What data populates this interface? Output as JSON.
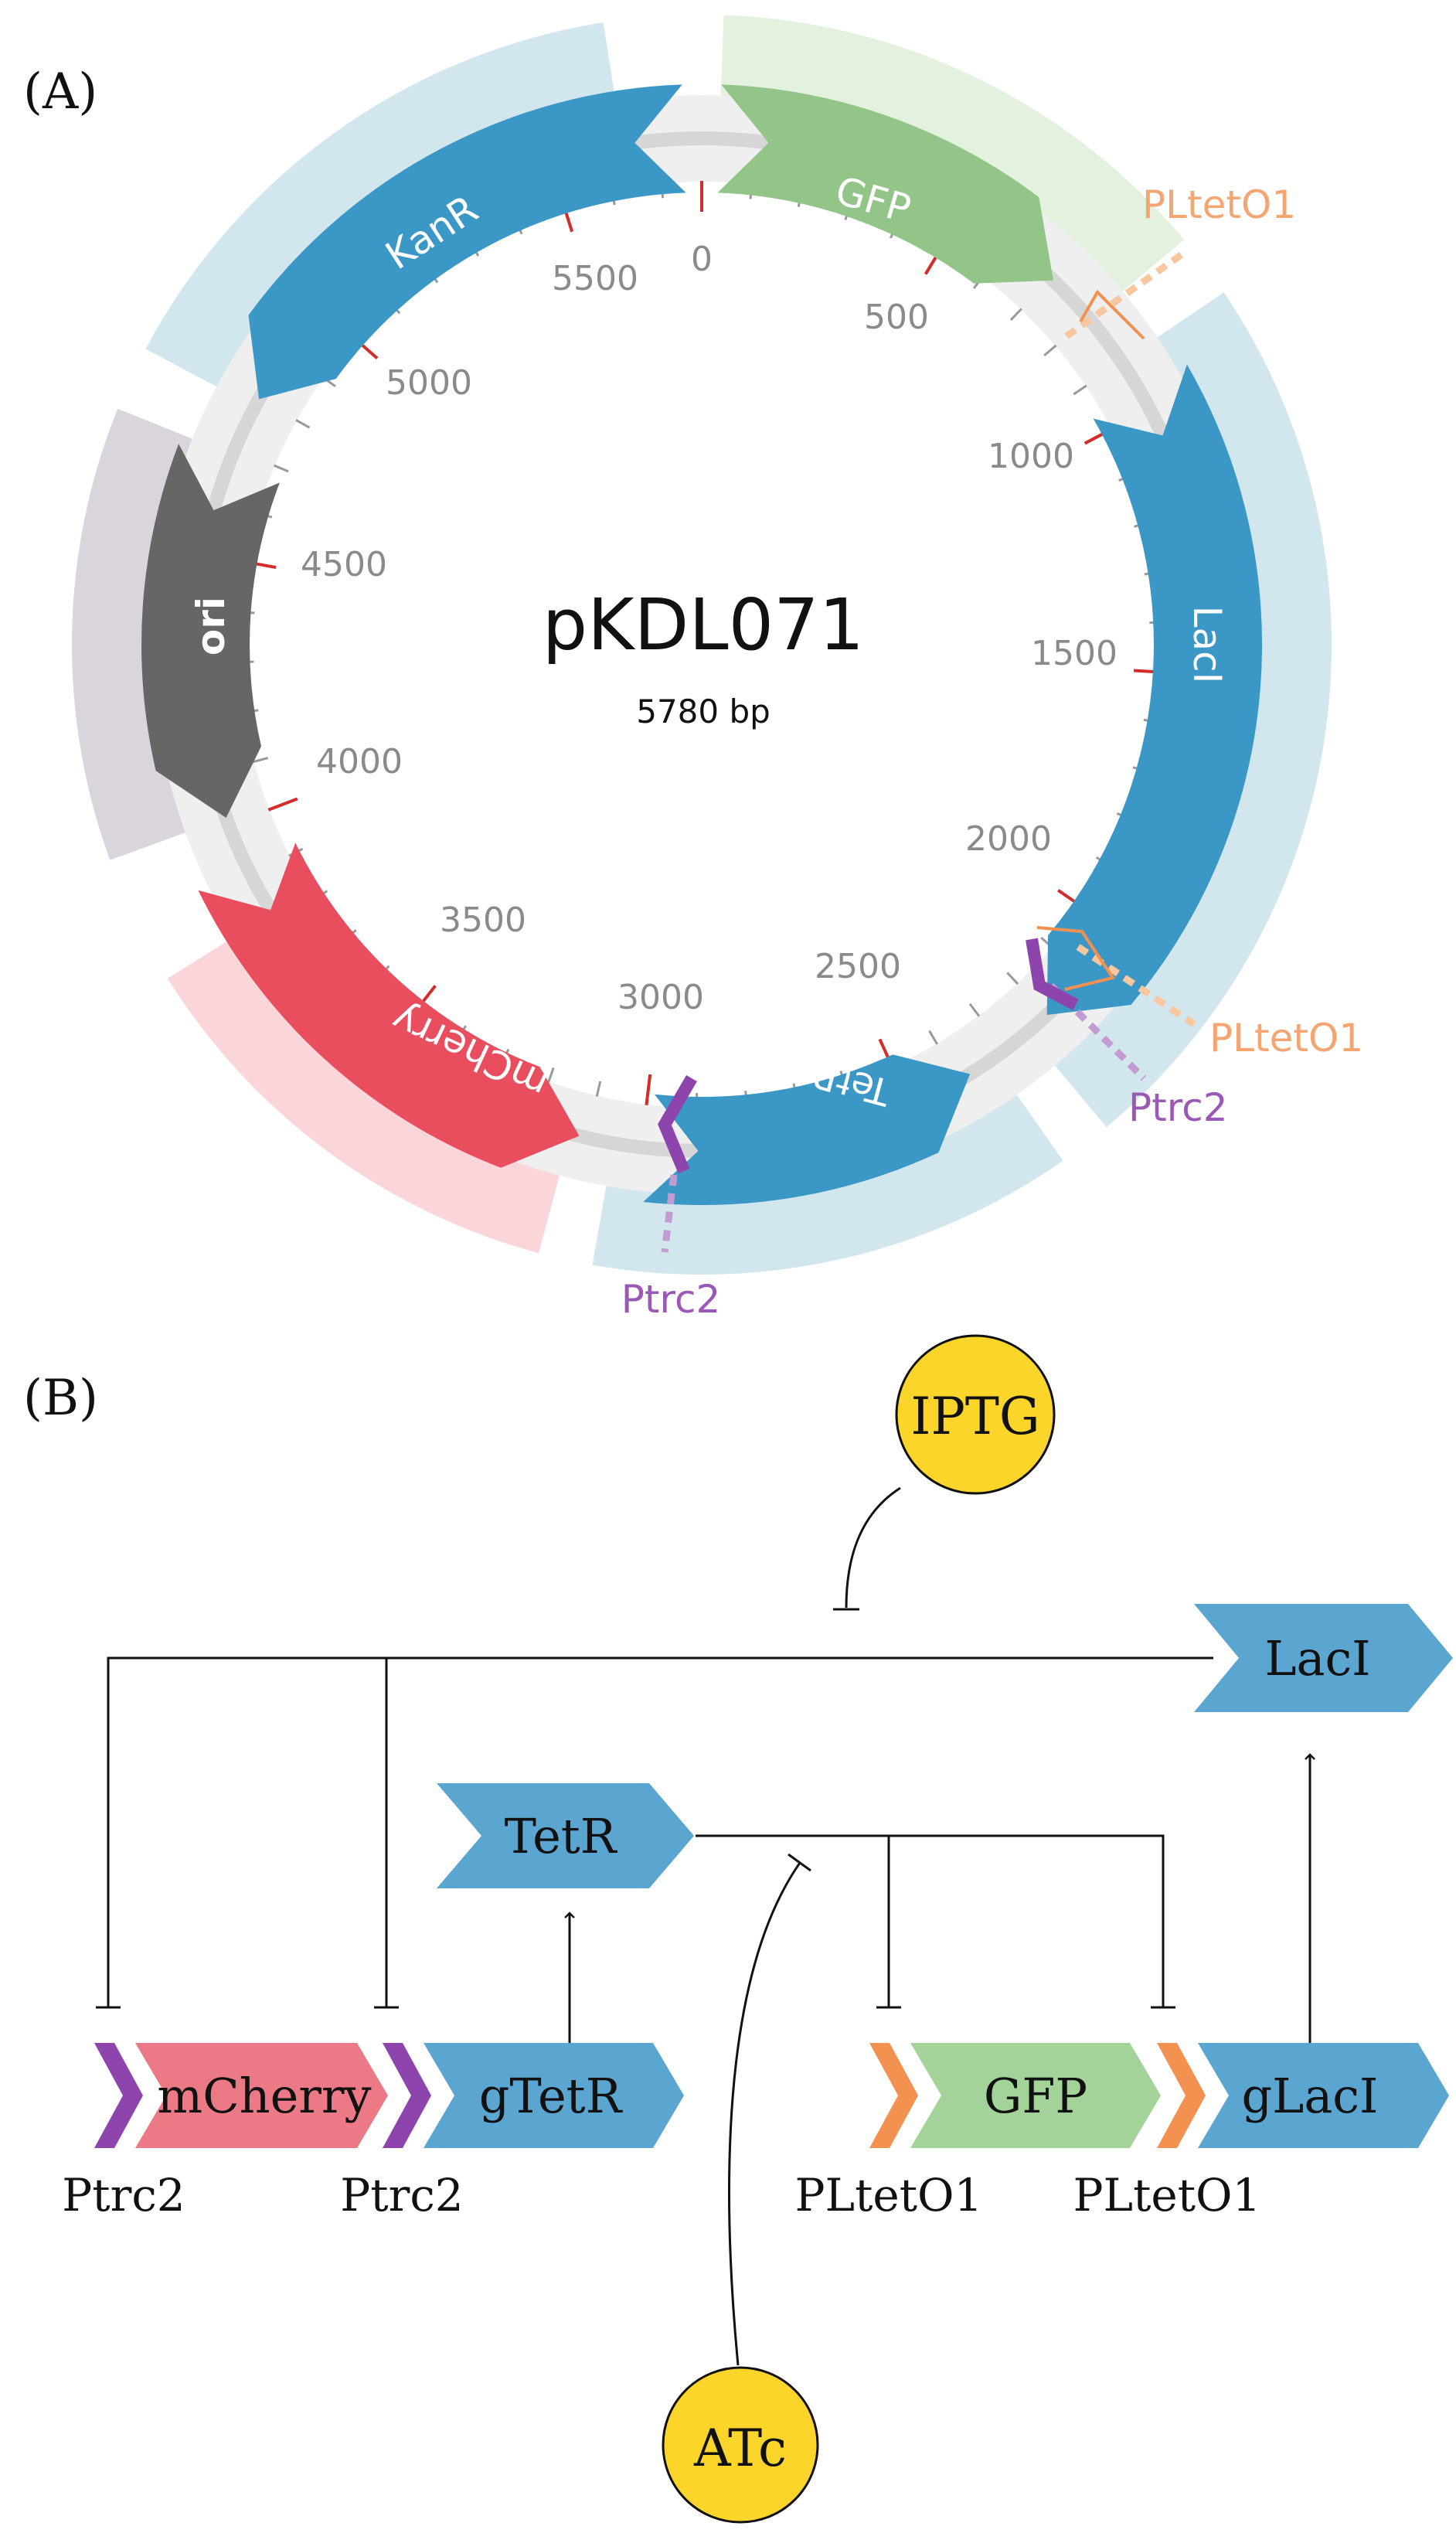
{
  "panel_a": {
    "label": "(A)",
    "plasmid": {
      "name": "pKDL071",
      "length_label": "5780 bp",
      "length_bp": 5780
    },
    "ticks": [
      "0",
      "500",
      "1000",
      "1500",
      "2000",
      "2500",
      "3000",
      "3500",
      "4000",
      "4500",
      "5000",
      "5500"
    ],
    "features": [
      {
        "id": "gfp",
        "label": "GFP",
        "color": "#92c587",
        "band": "#e4f1df"
      },
      {
        "id": "laci",
        "label": "LacI",
        "color": "#3b97c6",
        "band": "#d2e6ee"
      },
      {
        "id": "tetr",
        "label": "TetR",
        "color": "#3b97c6",
        "band": "#d2e6ee"
      },
      {
        "id": "mcherry",
        "label": "mCherry",
        "color": "#e94e5e",
        "band": "#fad6db"
      },
      {
        "id": "ori",
        "label": "ori",
        "color": "#666666",
        "band": "#dad5dc"
      },
      {
        "id": "kanr",
        "label": "KanR",
        "color": "#3b97c6",
        "band": "#d2e6ee"
      }
    ],
    "promoters": [
      {
        "id": "pltet-1",
        "label": "PLtetO1",
        "color": "#f4a672"
      },
      {
        "id": "pltet-2",
        "label": "PLtetO1",
        "color": "#f4a672"
      },
      {
        "id": "ptrc-1",
        "label": "Ptrc2",
        "color": "#9b59b6"
      },
      {
        "id": "ptrc-2",
        "label": "Ptrc2",
        "color": "#9b59b6"
      }
    ]
  },
  "panel_b": {
    "label": "(B)",
    "inducers": {
      "iptg": "IPTG",
      "atc": "ATc"
    },
    "proteins": {
      "laci": "LacI",
      "tetr": "TetR"
    },
    "genes": {
      "mcherry": "mCherry",
      "gtetr": "gTetR",
      "gfp": "GFP",
      "glaci": "gLacI"
    },
    "promoters": {
      "ptrc2_a": "Ptrc2",
      "ptrc2_b": "Ptrc2",
      "pltet_a": "PLtetO1",
      "pltet_b": "PLtetO1"
    },
    "colors": {
      "inducer": "#fcd52b",
      "protein": "#5aa6d1",
      "mcherry": "#ec7a86",
      "gfp": "#a3d398",
      "ptrc": "#8e44ad",
      "pltet": "#f39150"
    }
  }
}
